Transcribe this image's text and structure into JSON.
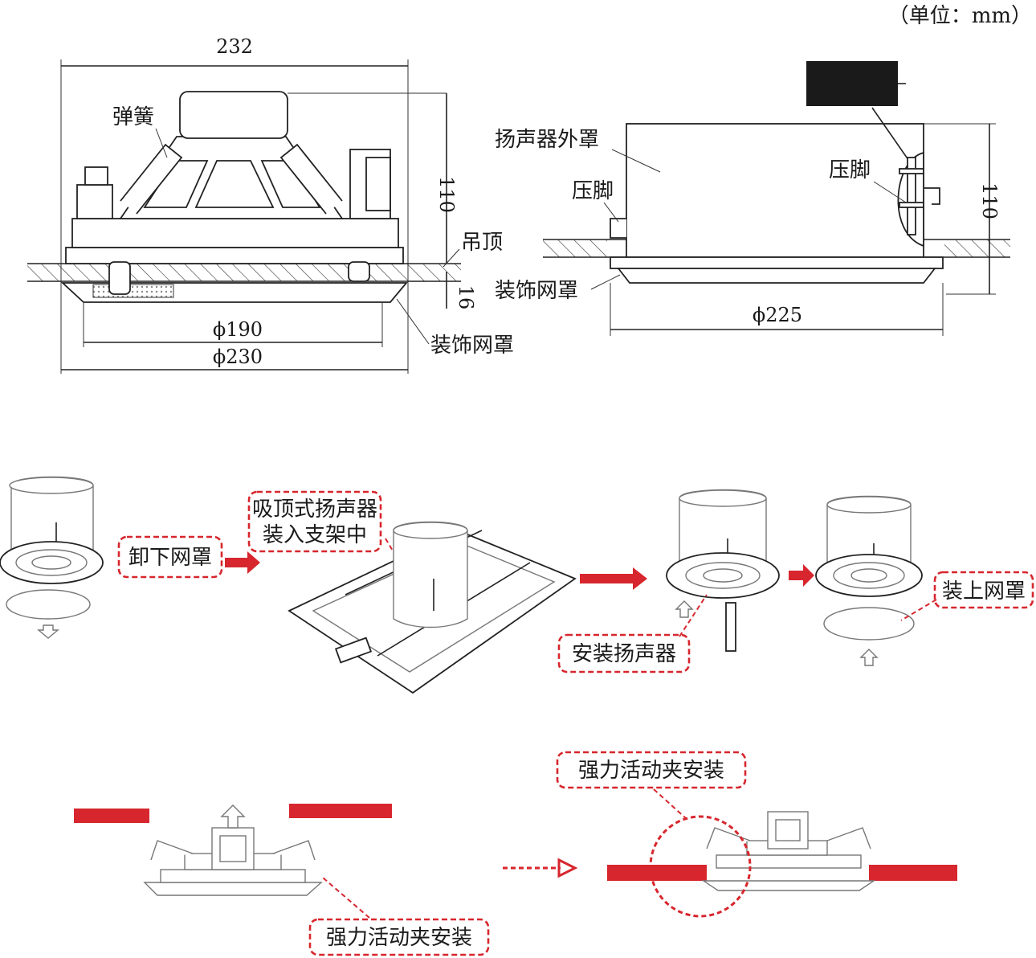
{
  "unit_note": "（单位：mm）",
  "top_left": {
    "dim_width": "232",
    "dim_height": "110",
    "dim_small": "16",
    "dim_d190": "ϕ190",
    "dim_d230": "ϕ230",
    "label_spring": "弹簧",
    "label_ceiling": "吊顶",
    "label_grille": "装饰网罩"
  },
  "top_right": {
    "label_cover": "扬声器外罩",
    "label_clamp_left": "压脚",
    "label_clamp_right": "压脚",
    "label_grille": "装饰网罩",
    "dim_d225": "ϕ225",
    "dim_height": "110"
  },
  "middle": {
    "step1": "卸下网罩",
    "step2_line1": "吸顶式扬声器",
    "step2_line2": "装入支架中",
    "step3": "安装扬声器",
    "step4": "装上网罩"
  },
  "bottom": {
    "caption_left": "强力活动夹安装",
    "caption_right": "强力活动夹安装"
  },
  "colors": {
    "accent": "#d7262d",
    "line": "#222222"
  }
}
